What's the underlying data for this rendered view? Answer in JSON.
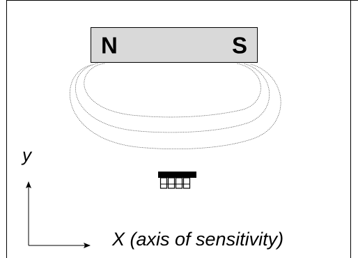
{
  "magnet": {
    "north_label": "N",
    "south_label": "S"
  },
  "axes": {
    "y_label": "y",
    "x_label": "X (axis of sensitivity)"
  },
  "colors": {
    "magnet_fill": "#d9d9d9",
    "stroke": "#000000",
    "field_lines": "#555555"
  }
}
